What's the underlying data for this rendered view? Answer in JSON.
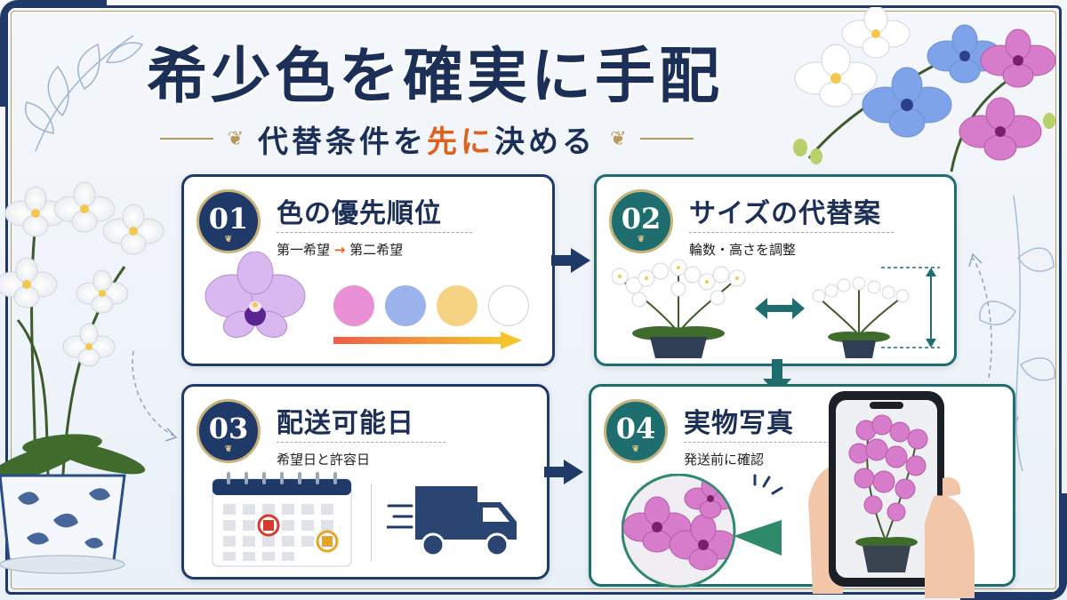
{
  "title": "希少色を確実に手配",
  "subtitle": {
    "before": "代替条件を",
    "highlight": "先に",
    "after": "決める"
  },
  "colors": {
    "navy": "#1f3a68",
    "teal": "#1e6e70",
    "gold": "#b79a5a",
    "accent_orange": "#e0601e"
  },
  "cards": [
    {
      "number": "01",
      "title": "色の優先順位",
      "subtitle_first": "第一希望",
      "subtitle_arrow": "→",
      "subtitle_second": "第二希望",
      "swatches": [
        "#e88fd6",
        "#9ab3ec",
        "#f6d383",
        "#ffffff"
      ]
    },
    {
      "number": "02",
      "title": "サイズの代替案",
      "subtitle": "輪数・高さを調整"
    },
    {
      "number": "03",
      "title": "配送可能日",
      "subtitle": "希望日と許容日"
    },
    {
      "number": "04",
      "title": "実物写真",
      "subtitle": "発送前に確認"
    }
  ],
  "icons": {
    "orchid": "orchid-icon",
    "truck": "truck-icon",
    "calendar": "calendar-icon",
    "phone": "phone-icon"
  }
}
